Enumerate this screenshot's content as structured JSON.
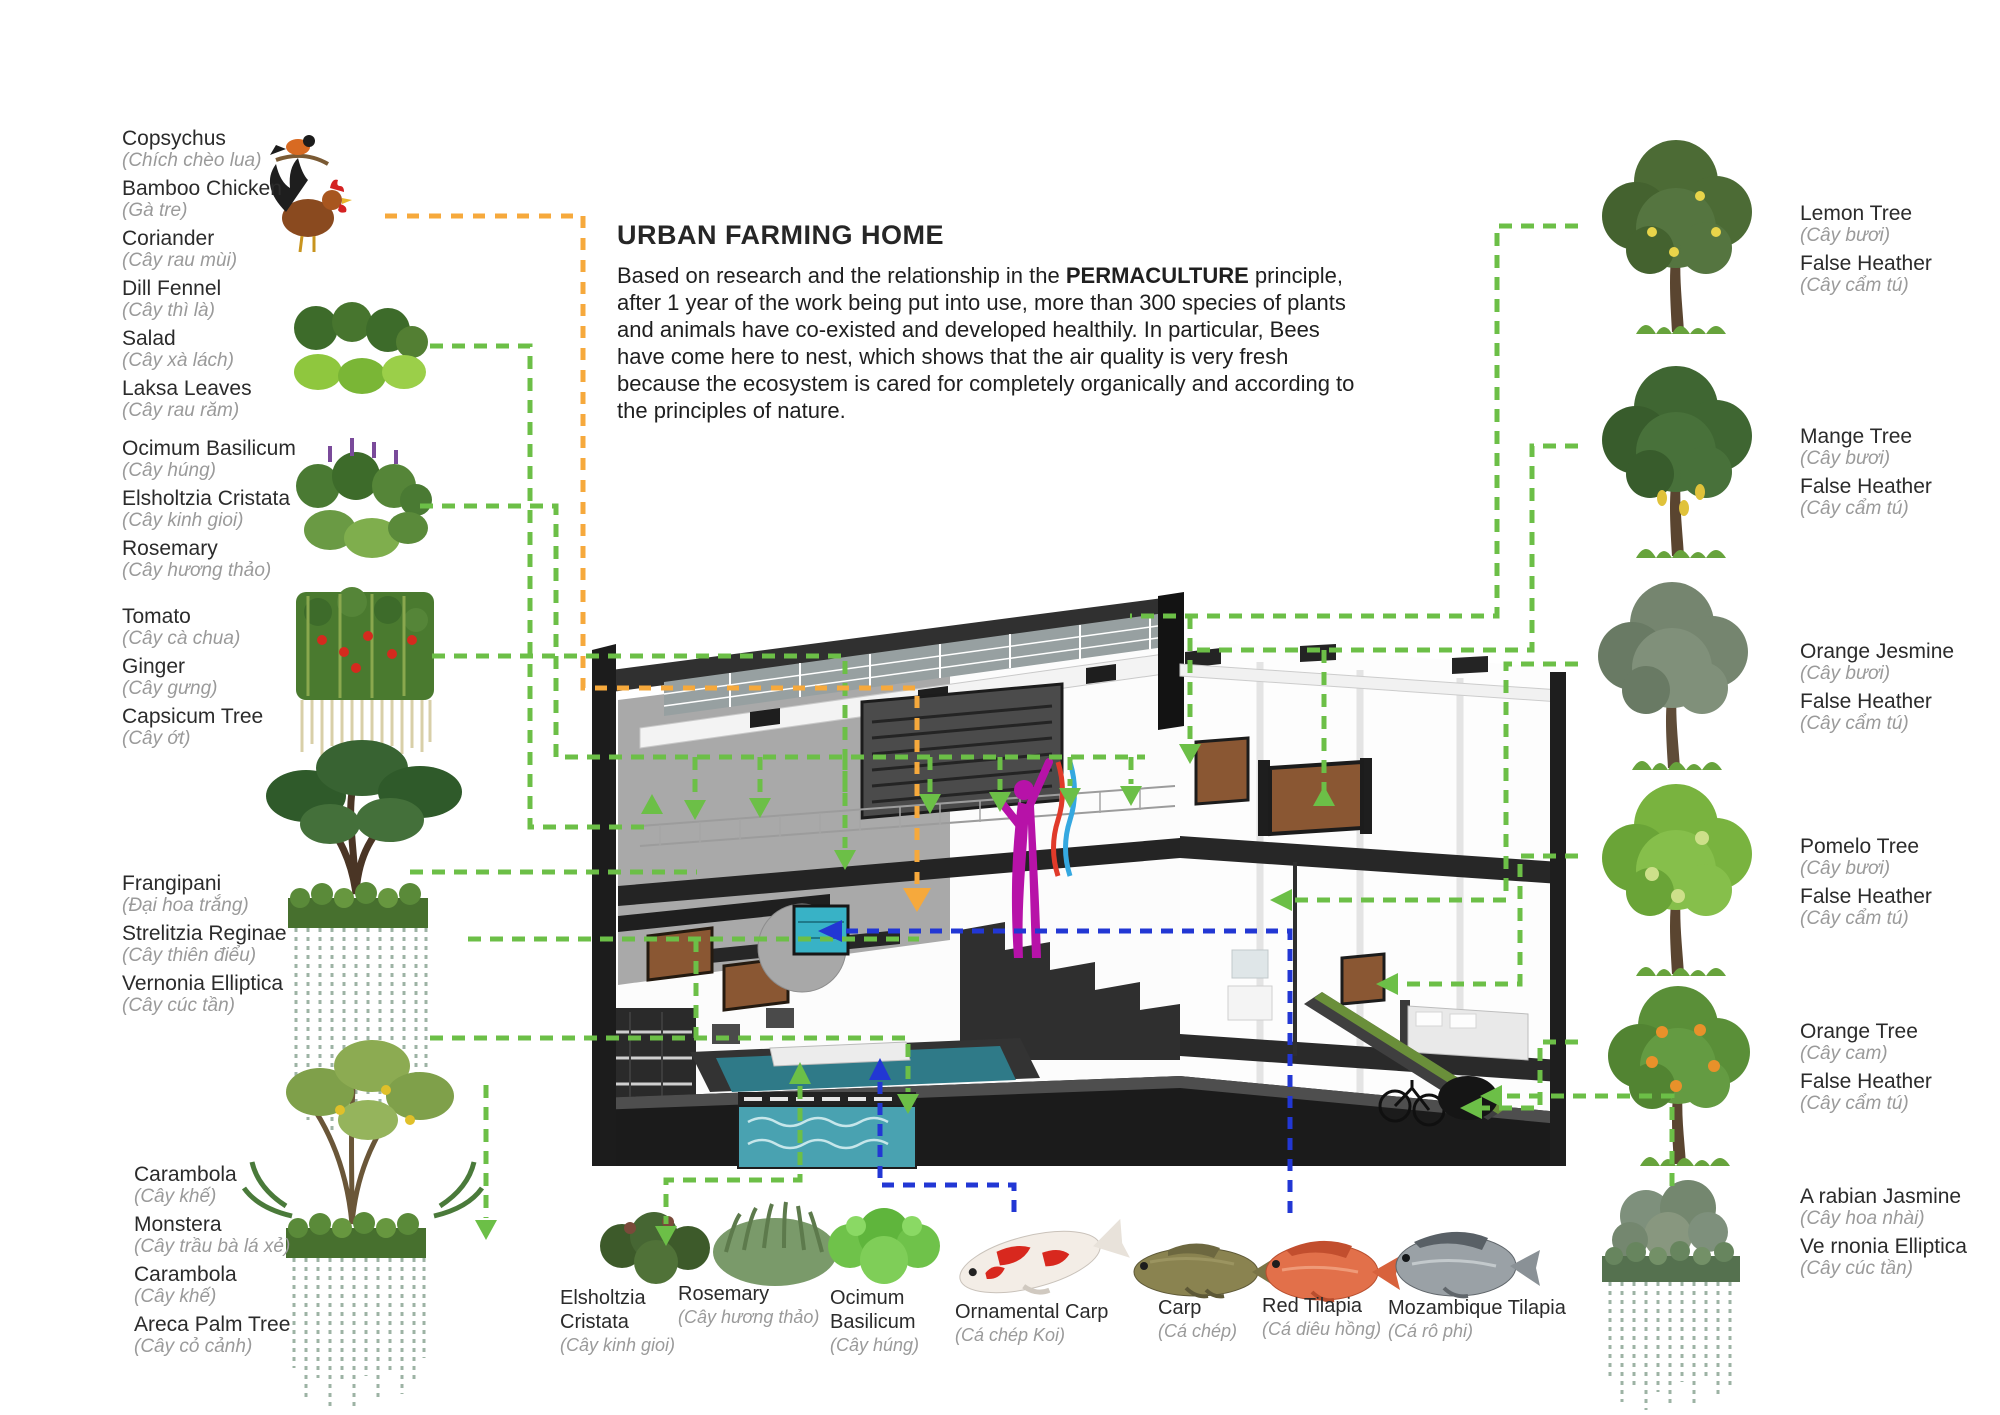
{
  "title": "URBAN FARMING HOME",
  "paragraph": {
    "pre": "Based on research and the relationship in the ",
    "bold": "PERMACULTURE",
    "post": " principle, after 1 year of the work being put into use, more than 300 species of plants and animals have co-existed and developed healthily. In particular, Bees have come here to nest, which shows that the air quality is very fresh because the ecosystem is cared for completely organically and according to the principles of nature."
  },
  "left_groups": [
    {
      "id": "birds-and-vegetables",
      "items": [
        {
          "en": "Copsychus",
          "vi": "(Chích chèo lua)"
        },
        {
          "en": "Bamboo Chicken",
          "vi": "(Gà tre)"
        },
        {
          "en": "Coriander",
          "vi": "(Cây rau mùi)"
        },
        {
          "en": "Dill Fennel",
          "vi": "(Cây thì là)"
        },
        {
          "en": "Salad",
          "vi": "(Cây xà lách)"
        },
        {
          "en": "Laksa Leaves",
          "vi": "(Cây rau răm)"
        }
      ]
    },
    {
      "id": "herbs",
      "items": [
        {
          "en": "Ocimum Basilicum",
          "vi": "(Cây húng)"
        },
        {
          "en": "Elsholtzia Cristata",
          "vi": "(Cây kinh gioi)"
        },
        {
          "en": "Rosemary",
          "vi": "(Cây hương thảo)"
        }
      ]
    },
    {
      "id": "vegetable-wall",
      "items": [
        {
          "en": "Tomato",
          "vi": "(Cây cà chua)"
        },
        {
          "en": "Ginger",
          "vi": "(Cây gưng)"
        },
        {
          "en": "Capsicum Tree",
          "vi": "(Cây ớt)"
        }
      ]
    },
    {
      "id": "frangipani-planter",
      "items": [
        {
          "en": "Frangipani",
          "vi": "(Đại hoa trắng)"
        },
        {
          "en": "Strelitzia Reginae",
          "vi": "(Cây thiên điểu)"
        },
        {
          "en": "Vernonia Elliptica",
          "vi": "(Cây cúc tần)"
        }
      ]
    },
    {
      "id": "carambola-planter",
      "items": [
        {
          "en": "Carambola",
          "vi": "(Cây khế)"
        },
        {
          "en": "Monstera",
          "vi": "(Cây trầu bà lá xẻ)"
        },
        {
          "en": "Carambola",
          "vi": "(Cây khế)"
        },
        {
          "en": "Areca Palm Tree",
          "vi": "(Cây cỏ cảnh)"
        }
      ]
    }
  ],
  "right_groups": [
    {
      "id": "lemon-tree",
      "items": [
        {
          "en": "Lemon Tree",
          "vi": "(Cây bươi)"
        },
        {
          "en": "False Heather",
          "vi": "(Cây cẩm tú)"
        }
      ]
    },
    {
      "id": "mange-tree",
      "items": [
        {
          "en": "Mange Tree",
          "vi": "(Cây bươi)"
        },
        {
          "en": "False Heather",
          "vi": "(Cây cẩm tú)"
        }
      ]
    },
    {
      "id": "orange-jesmine",
      "items": [
        {
          "en": "Orange Jesmine",
          "vi": "(Cây bươi)"
        },
        {
          "en": "False Heather",
          "vi": "(Cây cẩm tú)"
        }
      ]
    },
    {
      "id": "pomelo-tree",
      "items": [
        {
          "en": "Pomelo Tree",
          "vi": "(Cây bươi)"
        },
        {
          "en": "False Heather",
          "vi": "(Cây cẩm tú)"
        }
      ]
    },
    {
      "id": "orange-tree",
      "items": [
        {
          "en": "Orange Tree",
          "vi": "(Cây cam)"
        },
        {
          "en": "False Heather",
          "vi": "(Cây cẩm tú)"
        }
      ]
    },
    {
      "id": "arabian-jasmine",
      "items": [
        {
          "en": "A rabian Jasmine",
          "vi": "(Cây hoa nhài)"
        },
        {
          "en": "Ve rnonia Elliptica",
          "vi": "(Cây cúc tần)"
        }
      ]
    }
  ],
  "bottom_plants": [
    {
      "en": "Elsholtzia Cristata",
      "vi": "(Cây kinh gioi)"
    },
    {
      "en": "Rosemary",
      "vi": "(Cây hương thảo)"
    },
    {
      "en": "Ocimum Basilicum",
      "vi": "(Cây húng)"
    }
  ],
  "bottom_fish": [
    {
      "en": "Ornamental Carp",
      "vi": "(Cá chép Koi)"
    },
    {
      "en": "Carp",
      "vi": "(Cá chép)"
    },
    {
      "en": "Red Tilapia",
      "vi": "(Cá diêu hồng)"
    },
    {
      "en": "Mozambique Tilapia",
      "vi": "(Cá rô phi)"
    }
  ],
  "colors": {
    "connector_green": "#6cbf47",
    "connector_orange": "#f6a93c",
    "connector_blue": "#2237d4",
    "label_en": "#2b2b2b",
    "label_vi": "#9a9a9a",
    "planter_brown": "#8a5733",
    "pool_teal": "#49a2b1",
    "figure_magenta": "#b712a8"
  }
}
